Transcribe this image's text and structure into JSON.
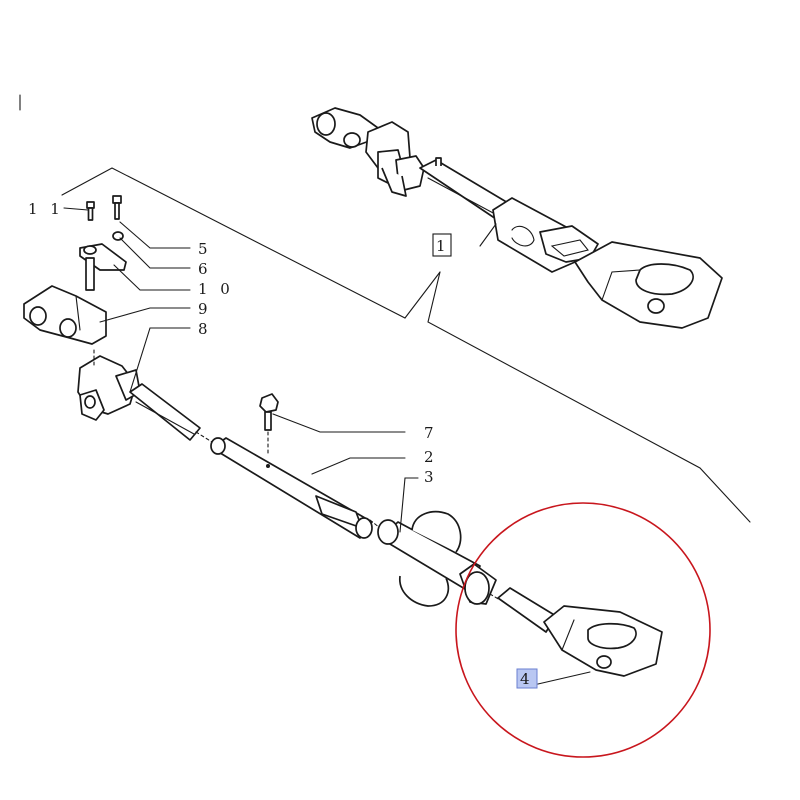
{
  "labels": {
    "assembly": "1",
    "p2": "2",
    "p3": "3",
    "p4": "4",
    "p5": "5",
    "p6": "6",
    "p7": "7",
    "p8": "8",
    "p9": "9",
    "p10": "1 0",
    "p11": "1 1"
  },
  "colors": {
    "line": "#1a1a1a",
    "highlight_circle": "#c8161d",
    "highlight_label": "#b9c7f2"
  }
}
